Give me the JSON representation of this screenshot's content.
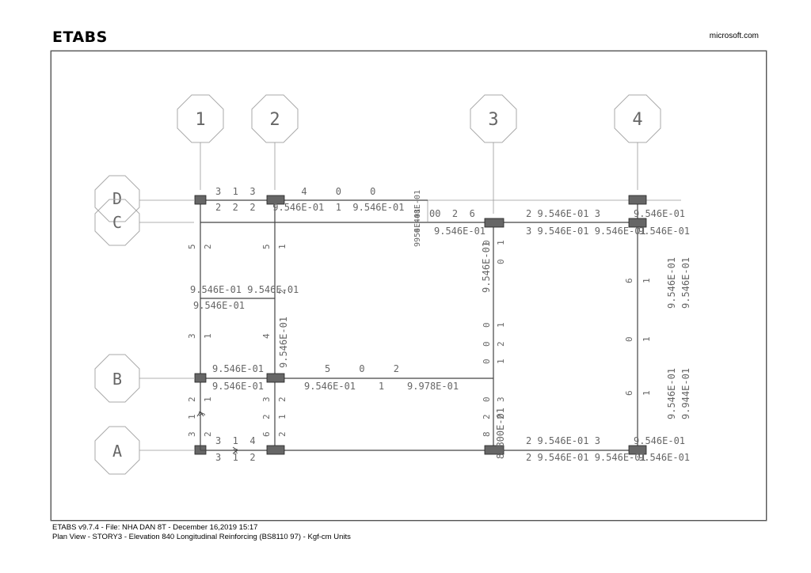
{
  "header": {
    "app_title": "ETABS",
    "source": "microsoft.com"
  },
  "footer": {
    "line1": "ETABS v9.7.4  -  File: NHA DAN 8T  -  December 16,2019  15:17",
    "line2": "Plan View - STORY3 - Elevation 840  Longitudinal Reinforcing  (BS8110 97)  -  Kgf-cm Units"
  },
  "grid_bubbles": {
    "numbers": [
      "1",
      "2",
      "3",
      "4"
    ],
    "letters": [
      "D",
      "C",
      "B",
      "A"
    ]
  },
  "labels": {
    "gD_row_top": "3  1  3        4     0     0",
    "gD_vals": "2  2  2   9.546E-01  1  9.546E-01",
    "gD_stack": "0.448E-01",
    "gC_center": "00  2  6",
    "gC_lead": "9.546E-01",
    "gC_vert": "9954E-01",
    "gC_right_top": "2 9.546E-01 3",
    "gC_right_bot": "3 9.546E-01 9.546E-01",
    "corner_D4": "9.546E-01",
    "corner_C4": "9.546E-01",
    "corner_B3": "9.546E-01",
    "corner_A4": "9.546E-01",
    "corner_A4b": "9.546E-01",
    "mid_left_1": "9.546E-01 9.546E-01",
    "mid_left_2": "9.546E-01",
    "col2_vert": "9.546E-01",
    "col3_vert": "9.546E-01",
    "col3_vert_low": "8.800E-01",
    "col4_vert_top": "9.546E-01",
    "col4_vert_bot": "9.546E-01",
    "col4_vert_bot2": "9.944E-01",
    "gB_row_top": "5     0     2",
    "gB_vals": "9.546E-01    1    9.978E-01",
    "gB_left_top": "9.546E-01",
    "gB_left_bot": "9.546E-01",
    "gA_right_top": "2 9.546E-01 3",
    "gA_right_bot": "2 9.546E-01 9.546E-01",
    "gA_left_top": "3  1  4",
    "gA_left_bot": "3  1  2",
    "col1_side": [
      "5",
      "2",
      "3",
      "1",
      "2",
      "1",
      "3",
      "1",
      "2"
    ],
    "col2_side": [
      "5",
      "1",
      "2",
      "4",
      "3",
      "2",
      "6",
      "2",
      "1",
      "2"
    ],
    "col3_side": [
      "0",
      "1",
      "0",
      "0",
      "1",
      "0",
      "2",
      "1",
      "0",
      "3",
      "2",
      "0",
      "8",
      "2"
    ],
    "col4_side": [
      "6",
      "1",
      "0",
      "1",
      "6",
      "1"
    ],
    "axis_marks": [
      "x",
      "y"
    ]
  }
}
